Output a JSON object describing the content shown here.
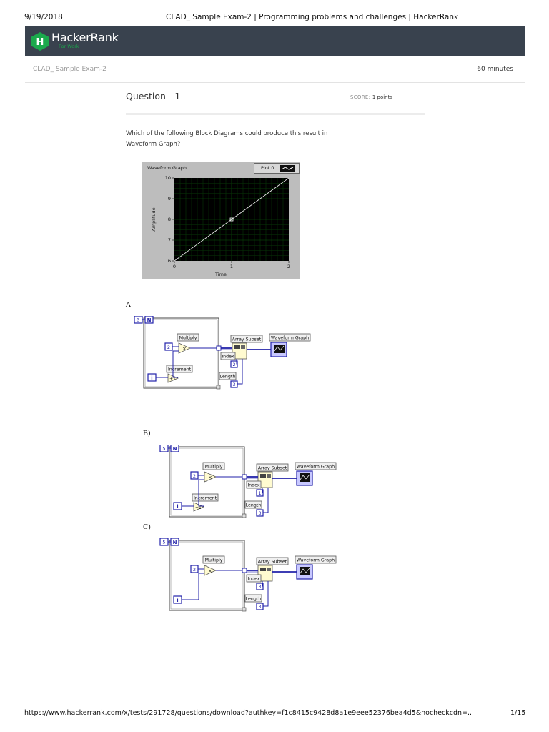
{
  "print_header": {
    "date": "9/19/2018",
    "title": "CLAD_ Sample Exam-2 | Programming problems and challenges | HackerRank"
  },
  "brand": {
    "name": "HackerRank",
    "sub": "For Work",
    "icon": "hackerrank-hex-logo",
    "accent": "#1ba94c",
    "header_bg": "#39424e"
  },
  "exam": {
    "name": "CLAD_ Sample Exam-2",
    "time": "60 minutes"
  },
  "question": {
    "title": "Question - 1",
    "score_label": "SCORE:",
    "score_value": "1 points",
    "text": "Which of the following Block Diagrams could produce this result in Waveform Graph?"
  },
  "waveform": {
    "title": "Waveform Graph",
    "plot_legend": "Plot 0",
    "xlabel": "Time",
    "ylabel": "Amplitude",
    "x_ticks": [
      "0",
      "1",
      "2"
    ],
    "y_ticks": [
      "6",
      "7",
      "8",
      "9",
      "10"
    ]
  },
  "chart_data": {
    "type": "line",
    "title": "Waveform Graph",
    "xlabel": "Time",
    "ylabel": "Amplitude",
    "xlim": [
      0,
      2
    ],
    "ylim": [
      6,
      10
    ],
    "grid": true,
    "series": [
      {
        "name": "Plot 0",
        "x": [
          0,
          1,
          2
        ],
        "y": [
          6,
          8,
          10
        ]
      }
    ]
  },
  "options": [
    {
      "letter": "A",
      "n_const": "3",
      "multiply_label": "Multiply",
      "multiply_const": "2",
      "increment_label": "Increment",
      "iter_label": "i",
      "array_subset_label": "Array Subset",
      "index_label": "Index",
      "index_const": "2",
      "length_label": "Length",
      "length_const": "3",
      "graph_label": "Waveform Graph",
      "has_increment": true
    },
    {
      "letter": "B)",
      "n_const": "5",
      "multiply_label": "Multiply",
      "multiply_const": "2",
      "increment_label": "Increment",
      "iter_label": "i",
      "array_subset_label": "Array Subset",
      "index_label": "Index",
      "index_const": "1",
      "length_label": "Length",
      "length_const": "3",
      "graph_label": "Waveform Graph",
      "has_increment": true
    },
    {
      "letter": "C)",
      "n_const": "5",
      "multiply_label": "Multiply",
      "multiply_const": "2",
      "increment_label": "",
      "iter_label": "i",
      "array_subset_label": "Array Subset",
      "index_label": "Index",
      "index_const": "3",
      "length_label": "Length",
      "length_const": "3",
      "graph_label": "Waveform Graph",
      "has_increment": false
    }
  ],
  "footer": {
    "url": "https://www.hackerrank.com/x/tests/291728/questions/download?authkey=f1c8415c9428d8a1e9eee52376bea4d5&nocheckcdn=...",
    "page": "1/15"
  }
}
